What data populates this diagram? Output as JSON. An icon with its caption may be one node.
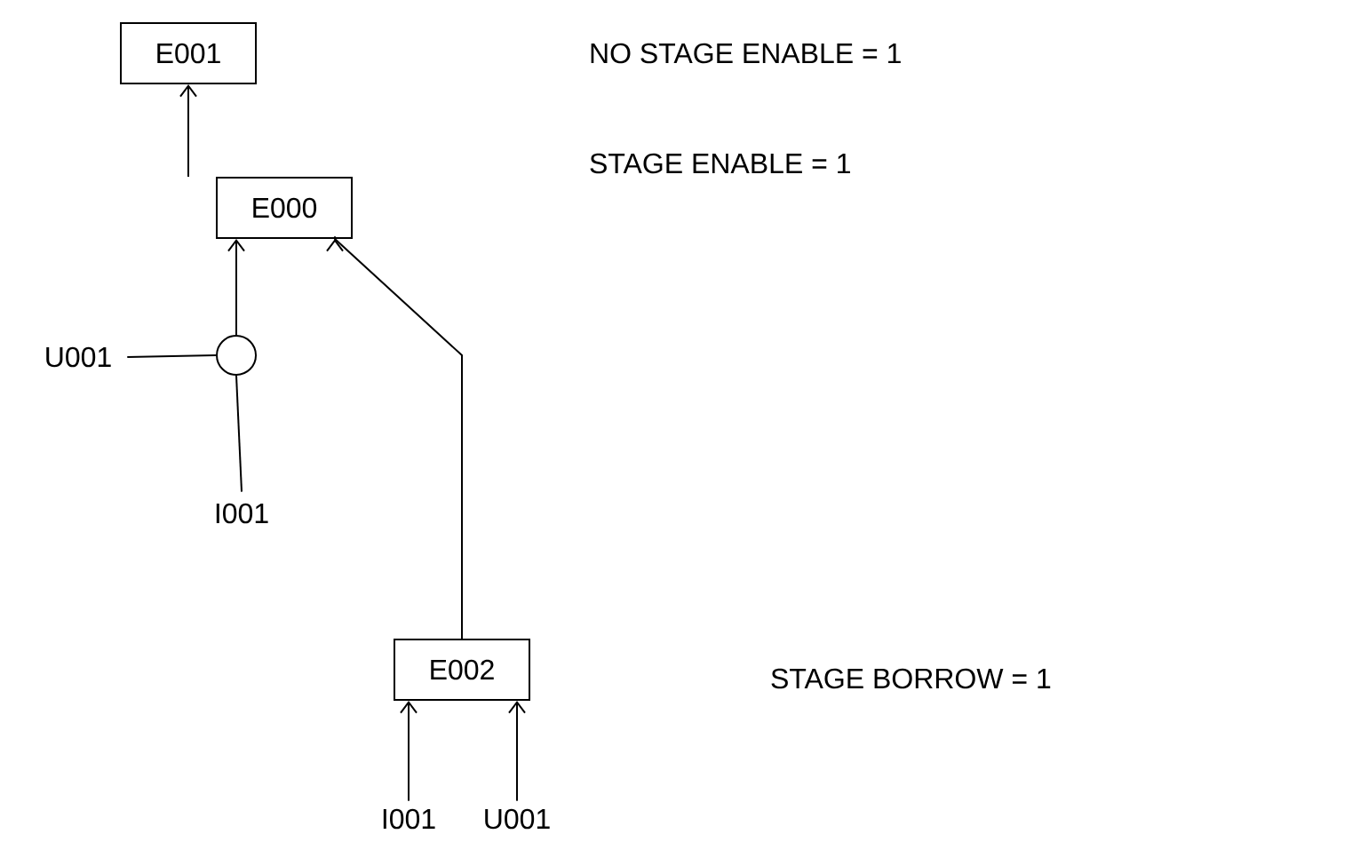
{
  "diagram": {
    "nodes": [
      {
        "text": [
          "E001"
        ]
      },
      {
        "text": [
          "E000"
        ]
      },
      {
        "text": [
          "U001"
        ]
      },
      {
        "text": [],
        "shape": "circle"
      },
      {
        "text": [
          "I001"
        ]
      },
      {
        "text": [
          "E002"
        ]
      },
      {
        "text": [
          "I001"
        ]
      },
      {
        "text": [
          "U001"
        ]
      }
    ],
    "edges": [
      {
        "from": 1,
        "to": 0,
        "arrow": "to"
      },
      {
        "from": 3,
        "to": 1,
        "arrow": "to"
      },
      {
        "from": 2,
        "to": 3,
        "arrow": "none"
      },
      {
        "from": 4,
        "to": 3,
        "arrow": "none"
      },
      {
        "from": 5,
        "to": 1,
        "arrow": "to"
      },
      {
        "from": 6,
        "to": 5,
        "arrow": "to"
      },
      {
        "from": 7,
        "to": 5,
        "arrow": "to"
      }
    ],
    "labels": [
      "NO STAGE ENABLE = 1",
      "STAGE ENABLE = 1",
      "STAGE BORROW = 1"
    ]
  }
}
